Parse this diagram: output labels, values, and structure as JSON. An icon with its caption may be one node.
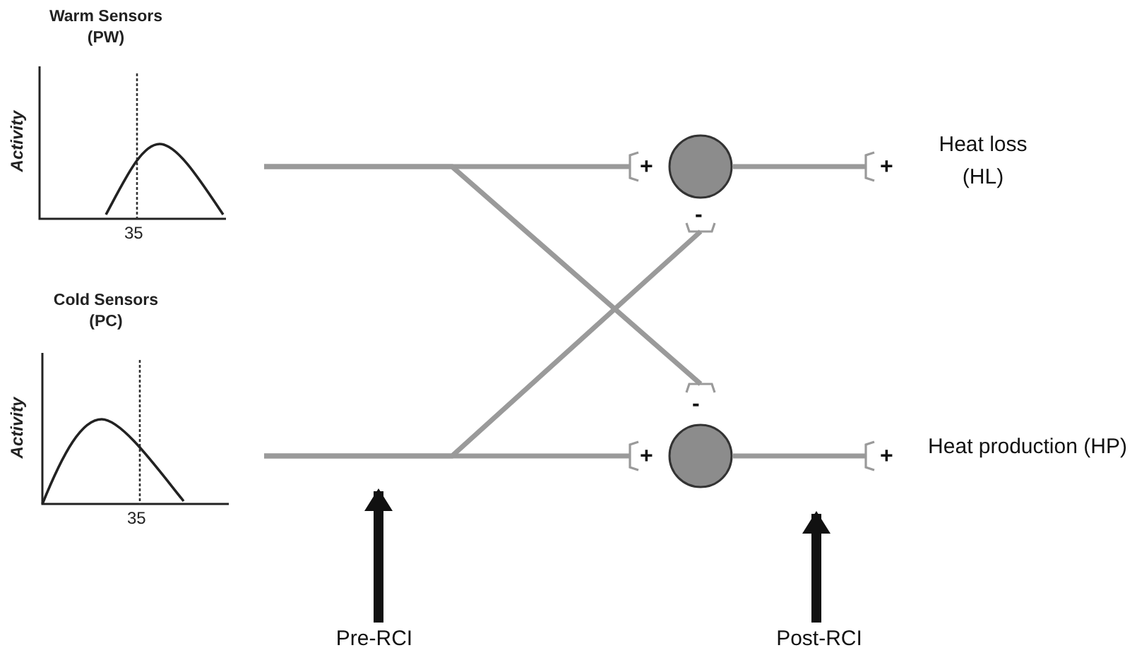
{
  "diagram": {
    "nodes": [
      {
        "text": [
          "Warm Sensors (PW)",
          "Activity",
          "35"
        ]
      },
      {
        "text": [
          "Cold Sensors (PC)",
          "Activity",
          "35"
        ]
      },
      {
        "text": [],
        "shape": "circle"
      },
      {
        "text": [],
        "shape": "circle"
      },
      {
        "text": [
          "Heat loss (HL)"
        ]
      },
      {
        "text": [
          "Heat production (HP)"
        ]
      },
      {
        "text": [
          "Pre-RCI"
        ]
      },
      {
        "text": [
          "Post-RCI"
        ]
      }
    ],
    "edges": [
      {
        "from": 0,
        "to": 2,
        "arrow": "none",
        "label": "+"
      },
      {
        "from": 0,
        "to": 3,
        "arrow": "none",
        "label": "-"
      },
      {
        "from": 1,
        "to": 3,
        "arrow": "none",
        "label": "+"
      },
      {
        "from": 1,
        "to": 2,
        "arrow": "none",
        "label": "-"
      },
      {
        "from": 2,
        "to": 4,
        "arrow": "none",
        "label": "+"
      },
      {
        "from": 3,
        "to": 5,
        "arrow": "none",
        "label": "+"
      },
      {
        "from": 6,
        "to": null,
        "arrow": "to",
        "style": "thick",
        "color": "#111111"
      },
      {
        "from": 7,
        "to": null,
        "arrow": "to",
        "style": "thick",
        "color": "#111111"
      }
    ]
  }
}
